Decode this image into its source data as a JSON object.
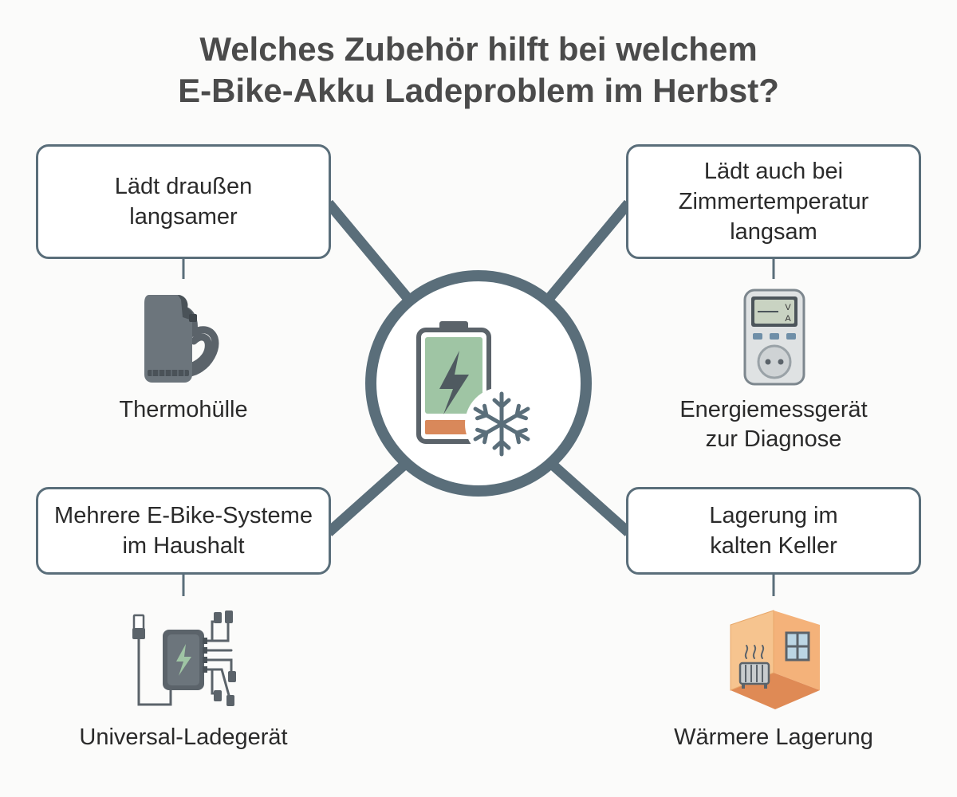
{
  "title": {
    "line1": "Welches Zubehör hilft bei welchem",
    "line2": "E-Bike-Akku Ladeproblem im Herbst?"
  },
  "colors": {
    "line": "#5a6e7a",
    "box_border": "#5a6e7a",
    "battery_fill": "#9fc5a4",
    "battery_low": "#d9885a",
    "icon_dark": "#5b636a",
    "icon_gray": "#7d878e",
    "room_orange": "#f0b27a"
  },
  "center": {
    "icon": "cold-battery-icon"
  },
  "problems": {
    "top_left": {
      "lines": [
        "Lädt draußen",
        "langsamer"
      ],
      "solution": [
        "Thermohülle"
      ],
      "icon": "thermal-sleeve-icon"
    },
    "top_right": {
      "lines": [
        "Lädt auch bei",
        "Zimmertemperatur",
        "langsam"
      ],
      "solution": [
        "Energiemessgerät",
        "zur Diagnose"
      ],
      "icon": "energy-meter-icon",
      "meter_labels": [
        "V",
        "A"
      ]
    },
    "bottom_left": {
      "lines": [
        "Mehrere E-Bike-Systeme",
        "im Haushalt"
      ],
      "solution": [
        "Universal-Ladegerät"
      ],
      "icon": "universal-charger-icon"
    },
    "bottom_right": {
      "lines": [
        "Lagerung im",
        "kalten Keller"
      ],
      "solution": [
        "Wärmere Lagerung"
      ],
      "icon": "warm-room-icon"
    }
  }
}
